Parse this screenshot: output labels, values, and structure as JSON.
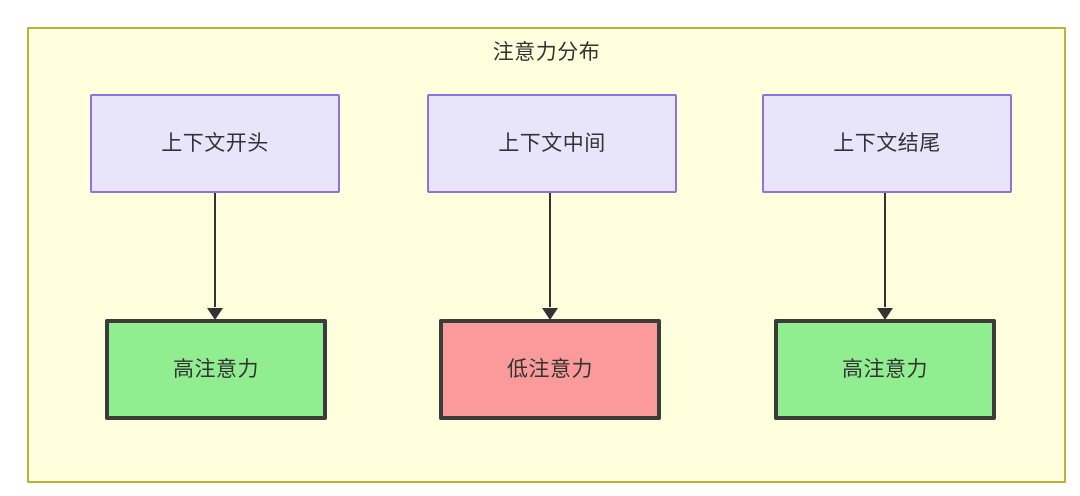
{
  "diagram": {
    "title": "注意力分布",
    "background_color": "#ffffff",
    "container": {
      "fill": "#ffffde",
      "stroke": "#bdb330"
    },
    "palette": {
      "context_fill": "#e8e5fb",
      "context_stroke": "#9370db",
      "high_attention_fill": "#90ee90",
      "low_attention_fill": "#fa9a9a",
      "attention_stroke": "#3b3b3b",
      "text": "#333333",
      "arrow": "#333333"
    },
    "columns": [
      {
        "context_label": "上下文开头",
        "attention_label": "高注意力",
        "attention_level": "high"
      },
      {
        "context_label": "上下文中间",
        "attention_label": "低注意力",
        "attention_level": "low"
      },
      {
        "context_label": "上下文结尾",
        "attention_label": "高注意力",
        "attention_level": "high"
      }
    ]
  }
}
